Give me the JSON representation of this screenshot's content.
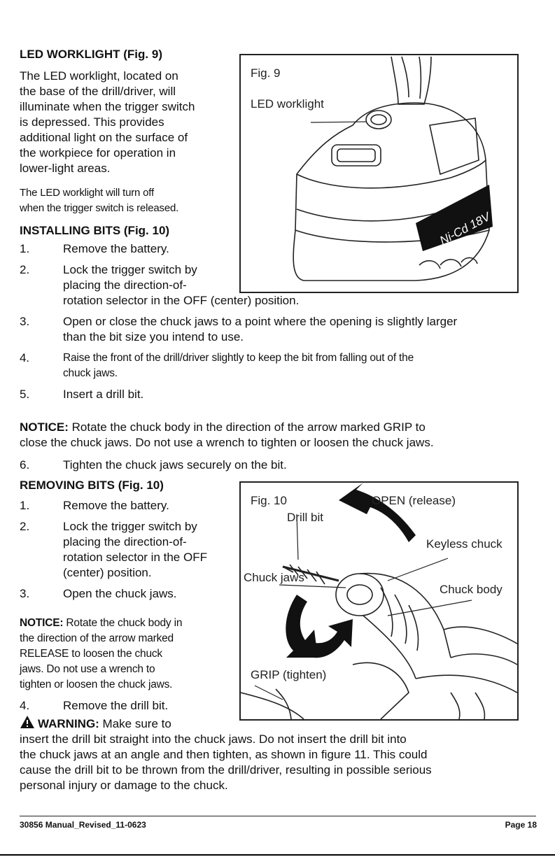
{
  "led_section": {
    "heading": "LED WORKLIGHT (Fig. 9)",
    "para1_lines": [
      "The LED worklight, located on",
      "the base of the drill/driver, will",
      "illuminate when the trigger switch",
      "is depressed. This provides",
      "additional light on the surface of",
      "the workpiece for operation in",
      "lower-light areas."
    ],
    "para2_lines": [
      "The LED worklight will turn off",
      "when the trigger switch is released."
    ]
  },
  "installing": {
    "heading": "INSTALLING BITS (Fig. 10)",
    "step1": {
      "num": "1.",
      "text": "Remove the battery."
    },
    "step2": {
      "num": "2.",
      "line1": "Lock the trigger switch by",
      "line2": "placing the direction-of-",
      "line3": "rotation selector in the OFF (center) position."
    },
    "step3": {
      "num": "3.",
      "line1": "Open or close the chuck jaws to a point where the opening is slightly larger",
      "line2": "than the bit size you intend to use."
    },
    "step4": {
      "num": "4.",
      "line1": "Raise the front of the drill/driver slightly to keep the bit from falling out of the",
      "line2": "chuck jaws."
    },
    "step5": {
      "num": "5.",
      "text": "Insert a drill bit."
    },
    "notice": {
      "label": "NOTICE:",
      "line1": " Rotate the chuck body in the direction of the arrow marked GRIP to",
      "line2": "close the chuck jaws. Do not use a wrench to tighten or loosen the chuck jaws."
    },
    "step6": {
      "num": "6.",
      "text": "Tighten the chuck jaws securely on the bit."
    }
  },
  "removing": {
    "heading": "REMOVING BITS (Fig. 10)",
    "step1": {
      "num": "1.",
      "text": "Remove the battery."
    },
    "step2": {
      "num": "2.",
      "lines": [
        "Lock the trigger switch by",
        "placing the direction-of-",
        "rotation selector in the OFF",
        "(center) position."
      ]
    },
    "step3": {
      "num": "3.",
      "text": "Open the chuck jaws."
    },
    "notice": {
      "label": "NOTICE:",
      "line1": " Rotate the chuck body in",
      "lines": [
        "the direction of the arrow marked",
        "RELEASE to loosen the chuck",
        "jaws. Do not use a wrench to",
        "tighten or loosen the chuck jaws."
      ]
    },
    "step4": {
      "num": "4.",
      "text": "Remove the drill bit."
    }
  },
  "warning": {
    "label": "WARNING:",
    "line1": " Make sure to",
    "lines": [
      "insert the drill bit straight into the chuck jaws. Do not insert the drill bit into",
      "the chuck jaws at an angle and then tighten, as shown in figure 11. This could",
      "cause the drill bit to be thrown from the drill/driver, resulting in possible serious",
      "personal injury or damage to the chuck."
    ]
  },
  "fig9": {
    "title": "Fig. 9",
    "label_led": "LED worklight",
    "battery_text": "Ni-Cd 18V"
  },
  "fig10": {
    "title": "Fig. 10",
    "label_open": "OPEN (release)",
    "label_drill_bit": "Drill bit",
    "label_keyless": "Keyless chuck",
    "label_chuck_jaws": "Chuck jaws",
    "label_chuck_body": "Chuck body",
    "label_grip": "GRIP (tighten)"
  },
  "footer": {
    "left": "30856 Manual_Revised_11-0623",
    "right": "Page 18"
  }
}
